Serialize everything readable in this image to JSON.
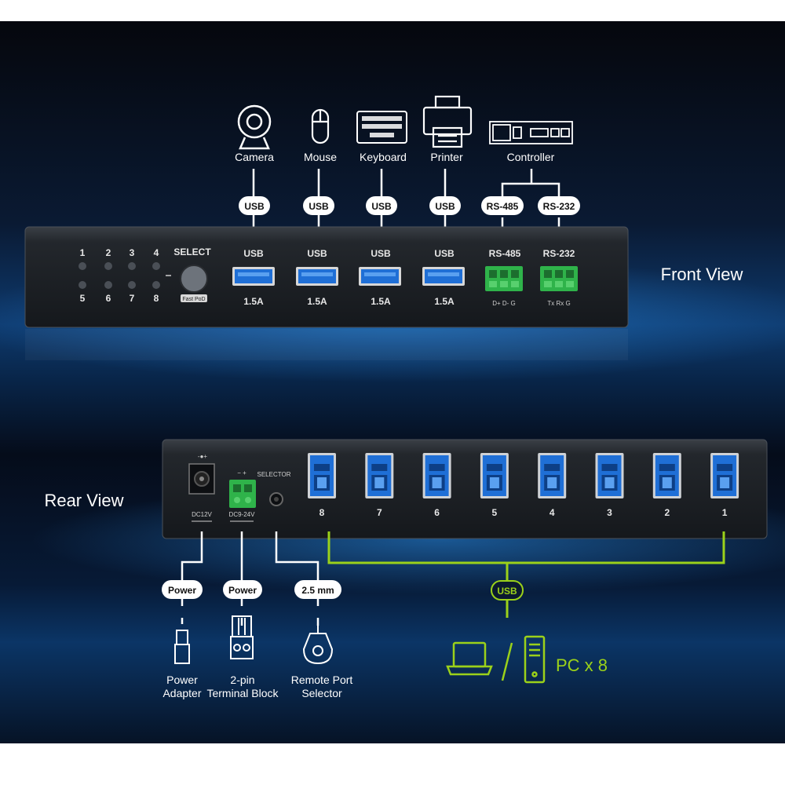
{
  "front": {
    "title": "Front View",
    "devices": [
      "Camera",
      "Mouse",
      "Keyboard",
      "Printer",
      "Controller"
    ],
    "usb_pill": "USB",
    "rs485_pill": "RS-485",
    "rs232_pill": "RS-232",
    "port_numbers_top": [
      "1",
      "2",
      "3",
      "4"
    ],
    "port_numbers_bottom": [
      "5",
      "6",
      "7",
      "8"
    ],
    "select_label": "SELECT",
    "select_badge": "Fast PoD",
    "usb_port_label": "USB",
    "usb_current": "1.5A",
    "rs485_label": "RS-485",
    "rs485_pins": "D+  D-  G",
    "rs232_label": "RS-232",
    "rs232_pins": "Tx  Rx  G"
  },
  "rear": {
    "title": "Rear View",
    "dc_symbol": "-●+",
    "dc_label": "DC12V",
    "terminal_pol": "−   +",
    "terminal_label": "DC9-24V",
    "selector_label": "SELECTOR",
    "usb_port_numbers": [
      "8",
      "7",
      "6",
      "5",
      "4",
      "3",
      "2",
      "1"
    ],
    "pills": [
      "Power",
      "Power",
      "2.5 mm"
    ],
    "usb_pill": "USB",
    "captions": {
      "adapter": [
        "Power",
        "Adapter"
      ],
      "terminal": [
        "2-pin",
        "Terminal Block"
      ],
      "remote": [
        "Remote Port",
        "Selector"
      ]
    },
    "pc_label": "PC x 8"
  },
  "colors": {
    "accent_green": "#9bd11a",
    "usb_blue": "#1f6fd6",
    "terminal_green": "#2fb34a"
  },
  "icons": [
    "camera-icon",
    "mouse-icon",
    "keyboard-icon",
    "printer-icon",
    "controller-icon",
    "power-adapter-icon",
    "terminal-block-icon",
    "remote-selector-icon",
    "laptop-icon",
    "desktop-tower-icon"
  ]
}
